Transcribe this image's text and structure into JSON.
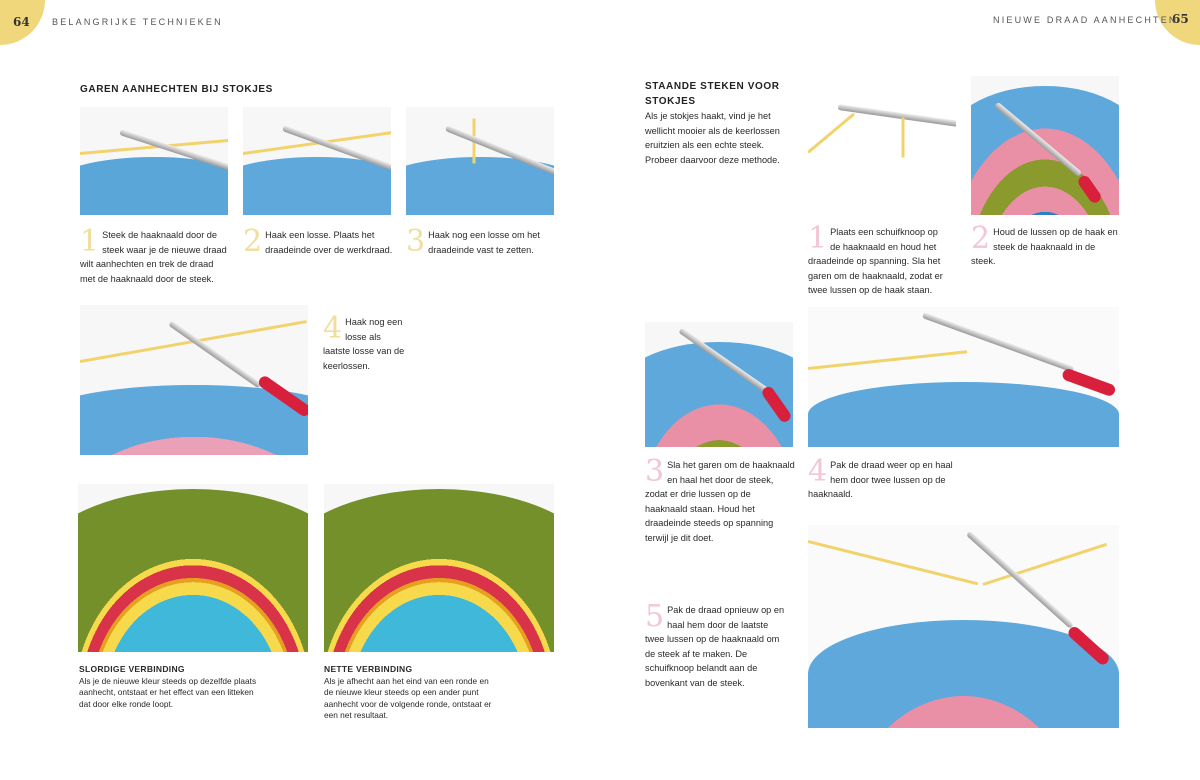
{
  "left_page": {
    "page_number": "64",
    "running_head": "BELANGRIJKE TECHNIEKEN",
    "section_title": "GAREN AANHECHTEN BIJ STOKJES",
    "steps": [
      {
        "num": "1",
        "text": "Steek de haaknaald door de steek waar je de nieuwe draad wilt aanhechten en trek de draad met de haaknaald door de steek."
      },
      {
        "num": "2",
        "text": "Haak een losse. Plaats het draadeinde over de werkdraad."
      },
      {
        "num": "3",
        "text": "Haak nog een losse om het draadeinde vast te zetten."
      },
      {
        "num": "4",
        "text": "Haak nog een losse als laatste losse van de keerlossen."
      }
    ],
    "captions": [
      {
        "title": "SLORDIGE VERBINDING",
        "text": "Als je de nieuwe kleur steeds op dezelfde plaats aanhecht, ontstaat er het effect van een litteken dat door elke ronde loopt."
      },
      {
        "title": "NETTE VERBINDING",
        "text": "Als je afhecht aan het eind van een ronde en de nieuwe kleur steeds op een ander punt aanhecht voor de volgende ronde, ontstaat er een net resultaat."
      }
    ]
  },
  "right_page": {
    "page_number": "65",
    "running_head": "NIEUWE DRAAD AANHECHTEN",
    "section_title": "STAANDE STEKEN VOOR STOKJES",
    "intro": "Als je stokjes haakt, vind je het wellicht mooier als de keerlossen eruitzien als een echte steek. Probeer daarvoor deze methode.",
    "steps": [
      {
        "num": "1",
        "text": "Plaats een schuifknoop op de haaknaald en houd het draadeinde op spanning. Sla het garen om de haaknaald, zodat er twee lussen op de haak staan."
      },
      {
        "num": "2",
        "text": "Houd de lussen op de haak en steek de haaknaald in de steek."
      },
      {
        "num": "3",
        "text": "Sla het garen om de haaknaald en haal het door de steek, zodat er drie lussen op de haaknaald staan. Houd het draadeinde steeds op spanning terwijl je dit doet."
      },
      {
        "num": "4",
        "text": "Pak de draad weer op en haal hem door twee lussen op de haaknaald."
      },
      {
        "num": "5",
        "text": "Pak de draad opnieuw op en haal hem door de laatste twee lussen op de haaknaald om de steek af te maken. De schuifknoop belandt aan de bovenkant van de steek."
      }
    ]
  },
  "colors": {
    "page_circle": "#f1d77b",
    "num_left": "#f1dd9c",
    "num_right": "#f2c6d2"
  }
}
